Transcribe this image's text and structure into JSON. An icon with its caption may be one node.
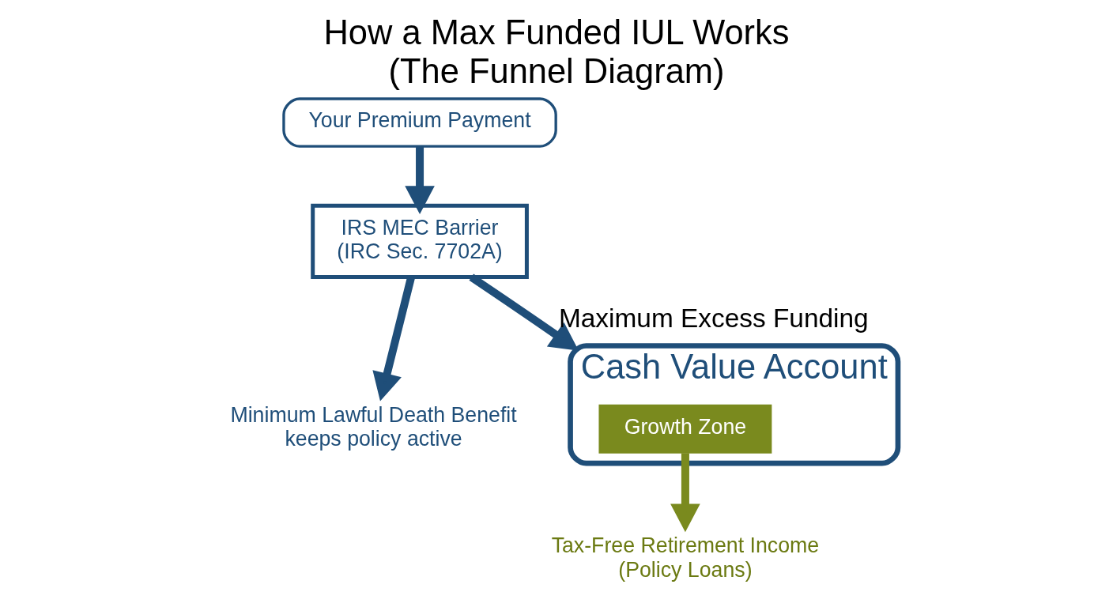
{
  "diagram": {
    "title": "How a Max Funded IUL Works",
    "caption": "(The Funnel Diagram)",
    "nodes": [
      {
        "text": [
          "Your Premium Payment"
        ]
      },
      {
        "text": [
          "IRS MEC Barrier",
          "(IRC Sec. 7702A)"
        ]
      },
      {
        "text": [
          "Minimum Lawful Death Benefit",
          "keeps policy active"
        ]
      },
      {
        "text": [
          "Cash Value Account"
        ]
      },
      {
        "text": [
          "Growth Zone"
        ],
        "in": 3
      },
      {
        "text": [
          "Tax-Free Retirement Income",
          "(Policy Loans)"
        ]
      }
    ],
    "edges": [
      {
        "from": 0,
        "to": 1,
        "arrow": "to"
      },
      {
        "from": 1,
        "to": 2,
        "arrow": "to"
      },
      {
        "from": 1,
        "to": 3,
        "arrow": "to",
        "label": "Maximum Excess Funding"
      },
      {
        "from": 4,
        "to": 5,
        "arrow": "to",
        "color": "#7a8a1e"
      }
    ]
  }
}
